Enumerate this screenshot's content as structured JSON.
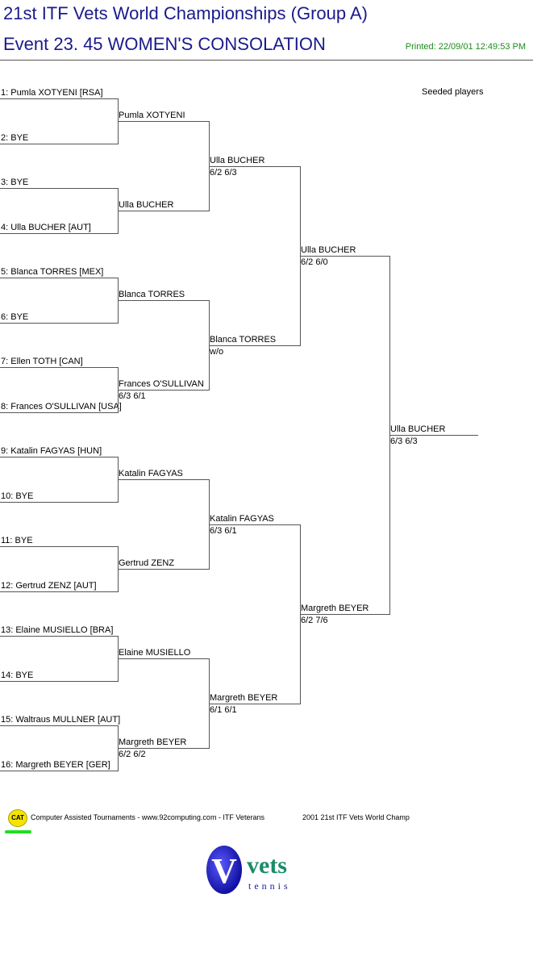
{
  "header": {
    "title": "21st ITF Vets World Championships (Group A)",
    "event": "Event 23. 45 WOMEN'S CONSOLATION",
    "printed": "Printed: 22/09/01 12:49:53 PM"
  },
  "seeded_label": "Seeded players",
  "round1": [
    "1: Pumla XOTYENI [RSA]",
    "2: BYE",
    "3: BYE",
    "4: Ulla BUCHER [AUT]",
    "5: Blanca TORRES [MEX]",
    "6: BYE",
    "7: Ellen TOTH [CAN]",
    "8: Frances O'SULLIVAN [USA]",
    "9: Katalin FAGYAS [HUN]",
    "10: BYE",
    "11: BYE",
    "12: Gertrud ZENZ [AUT]",
    "13: Elaine MUSIELLO [BRA]",
    "14: BYE",
    "15: Waltraus MULLNER [AUT]",
    "16: Margreth BEYER [GER]"
  ],
  "round2": [
    {
      "name": "Pumla XOTYENI",
      "score": ""
    },
    {
      "name": "Ulla BUCHER",
      "score": ""
    },
    {
      "name": "Blanca TORRES",
      "score": ""
    },
    {
      "name": "Frances O'SULLIVAN",
      "score": "6/3 6/1"
    },
    {
      "name": "Katalin FAGYAS",
      "score": ""
    },
    {
      "name": "Gertrud ZENZ",
      "score": ""
    },
    {
      "name": "Elaine MUSIELLO",
      "score": ""
    },
    {
      "name": "Margreth BEYER",
      "score": "6/2 6/2"
    }
  ],
  "round3": [
    {
      "name": "Ulla BUCHER",
      "score": "6/2 6/3"
    },
    {
      "name": "Blanca TORRES",
      "score": "w/o"
    },
    {
      "name": "Katalin FAGYAS",
      "score": "6/3 6/1"
    },
    {
      "name": "Margreth BEYER",
      "score": "6/1 6/1"
    }
  ],
  "round4": [
    {
      "name": "Ulla BUCHER",
      "score": "6/2 6/0"
    },
    {
      "name": "Margreth BEYER",
      "score": "6/2 7/6"
    }
  ],
  "winner": {
    "name": "Ulla BUCHER",
    "score": "6/3 6/3"
  },
  "footer": {
    "cat_badge": "CAT",
    "text1": "Computer Assisted Tournaments - www.92computing.com -  ITF Veterans",
    "text2": "2001 21st ITF Vets World Champ"
  },
  "logo": {
    "letter": "V",
    "word": "vets",
    "sub": "tennis"
  },
  "colors": {
    "title": "#1a1a8c",
    "printed": "#1a8c1a",
    "lines": "#555555"
  }
}
